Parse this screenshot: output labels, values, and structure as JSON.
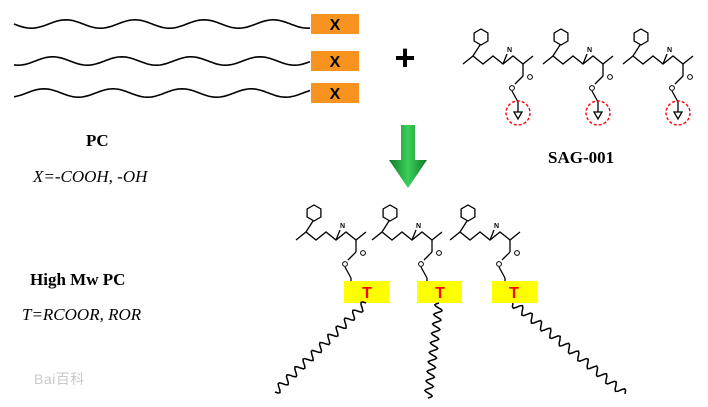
{
  "reactant_pc": {
    "end_group_symbol": "X",
    "label": "PC",
    "formula": "X=-COOH,  -OH"
  },
  "reactant_sag": {
    "label": "SAG-001",
    "nitrile_atom": "N"
  },
  "plus_sign": "+",
  "product": {
    "label": "High Mw  PC",
    "formula": "T=RCOOR, ROR",
    "linkage_symbol": "T"
  },
  "watermark": "Bai百科",
  "colors": {
    "end_group_box": "#f7931e",
    "linkage_box": "#ffff00",
    "linkage_text": "#ff0000",
    "arrow": "#22b14c",
    "epoxide_highlight": "#ff0000"
  }
}
